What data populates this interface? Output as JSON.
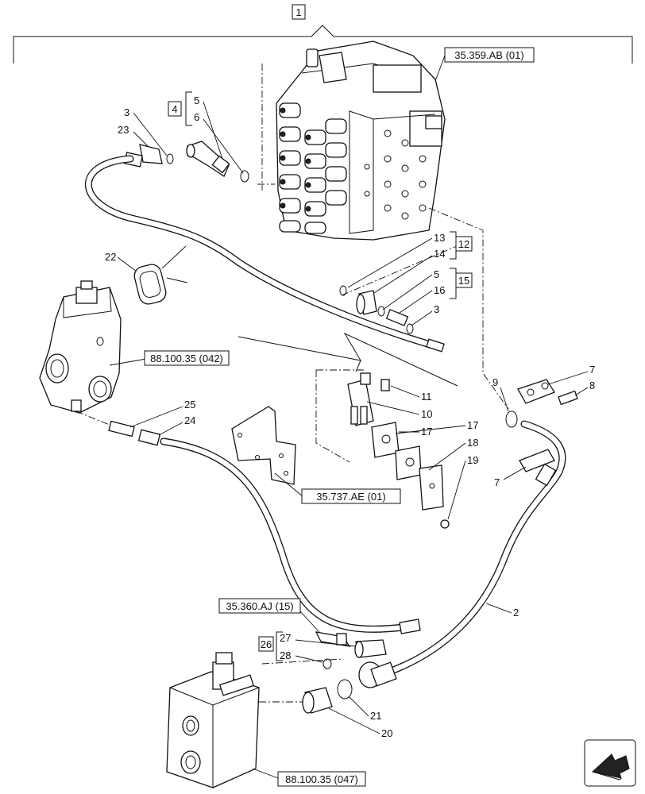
{
  "diagram": {
    "assembly_number": "1",
    "references": {
      "valve_block_top": "35.359.AB (01)",
      "left_valve": "88.100.35 (042)",
      "bracket": "35.737.AE (01)",
      "lower_ref": "35.360.AJ (15)",
      "bottom_valve": "88.100.35 (047)"
    },
    "kits": [
      {
        "number": "4",
        "items": [
          "5",
          "6"
        ]
      },
      {
        "number": "12",
        "items": [
          "13",
          "14"
        ]
      },
      {
        "number": "15",
        "items": [
          "5",
          "16"
        ]
      },
      {
        "number": "26",
        "items": [
          "27",
          "28"
        ]
      }
    ],
    "labels": {
      "n3a": "3",
      "n23": "23",
      "n22": "22",
      "n3b": "3",
      "n11": "11",
      "n10": "10",
      "n17a": "17",
      "n17b": "17",
      "n18": "18",
      "n19": "19",
      "n9": "9",
      "n7a": "7",
      "n8": "8",
      "n7b": "7",
      "n25": "25",
      "n24": "24",
      "n2": "2",
      "n21": "21",
      "n20": "20"
    },
    "nav_icon": "arrow-nav-icon"
  }
}
